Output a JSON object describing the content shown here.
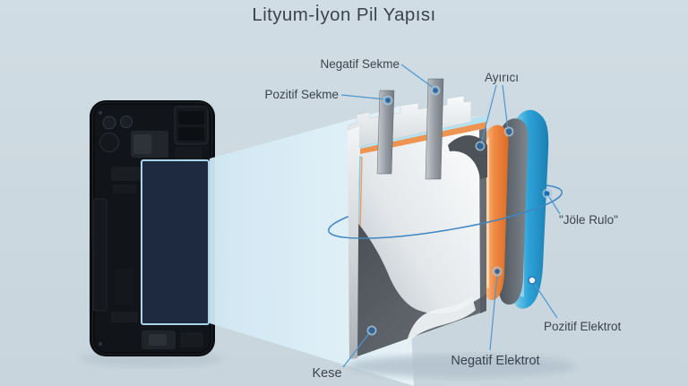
{
  "title": "Lityum-İyon Pil Yapısı",
  "labels": {
    "negative_tab": "Negatif Sekme",
    "positive_tab": "Pozitif Sekme",
    "separator": "Ayırıcı",
    "jelly_roll": "\"Jöle Rulo\"",
    "positive_electrode": "Pozitif Elektrot",
    "negative_electrode": "Negatif Elektrot",
    "pouch": "Kese"
  },
  "colors": {
    "c-bg": "#cdd9e0",
    "c-text": "#3a434e",
    "c-leader": "#4b97d2",
    "c-marker": "#2268ad",
    "c-positive-electrode": "#2ea3d8",
    "c-negative-electrode": "#ef8a46",
    "c-separator": "#666d75",
    "c-pouch": "#c6cbd0",
    "c-beam": "#ddeef7",
    "c-battery-highlight-border": "#a9d4ea",
    "c-battery-highlight-fill": "#1e2a40"
  }
}
